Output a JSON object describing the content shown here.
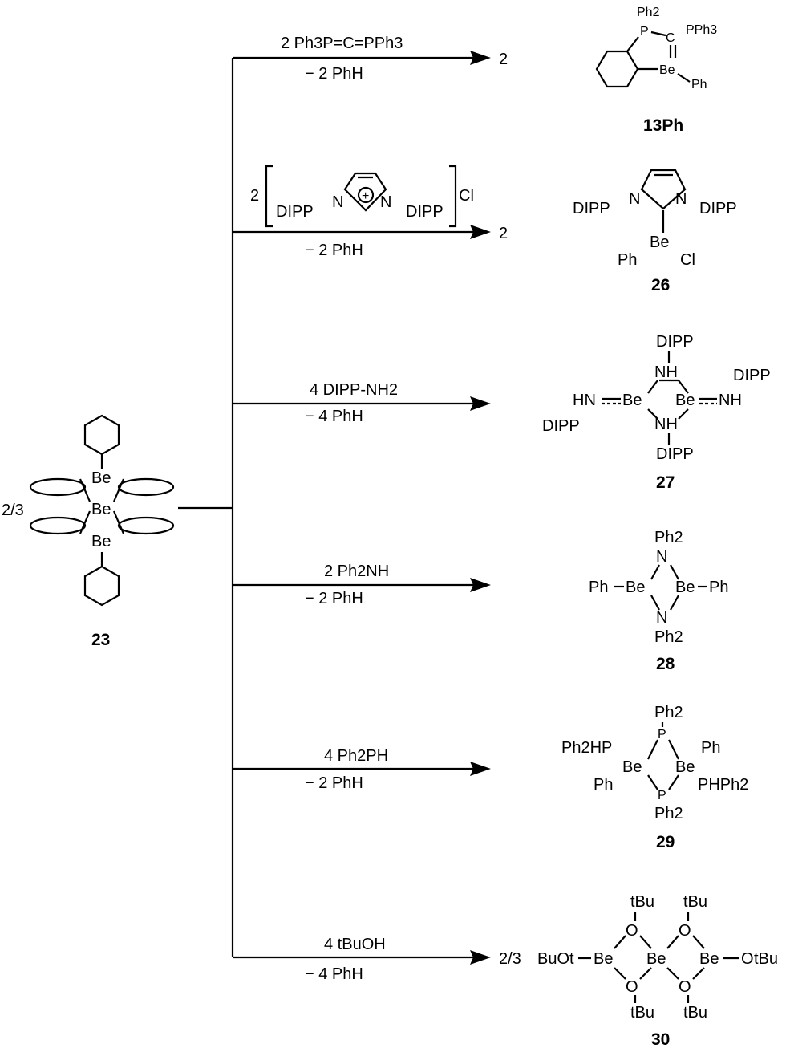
{
  "reactant": {
    "coefficient": "2/3",
    "be_label": "Be",
    "number": "23"
  },
  "reactions": [
    {
      "reagent": "2 Ph3P=C=PPh3",
      "byproduct": "− 2 PhH",
      "product_coefficient": "2",
      "product_number": "13Ph",
      "product_atoms": {
        "ph2": "Ph2",
        "p": "P",
        "c": "C",
        "pph3": "PPh3",
        "be": "Be",
        "ph": "Ph"
      }
    },
    {
      "reagent_coefficient": "2",
      "reagent_substituents": [
        "DIPP",
        "N",
        "+",
        "N",
        "DIPP"
      ],
      "reagent_counterion": "Cl",
      "byproduct": "− 2 PhH",
      "product_coefficient": "2",
      "product_number": "26",
      "product_atoms": {
        "dipp_left": "DIPP",
        "n_left": "N",
        "n_right": "N",
        "dipp_right": "DIPP",
        "be": "Be",
        "ph": "Ph",
        "cl": "Cl"
      }
    },
    {
      "reagent": "4 DIPP-NH2",
      "byproduct": "− 4 PhH",
      "product_number": "27",
      "product_atoms": {
        "dipp": "DIPP",
        "nh": "NH",
        "hn": "HN",
        "be": "Be"
      }
    },
    {
      "reagent": "2 Ph2NH",
      "byproduct": "− 2 PhH",
      "product_number": "28",
      "product_atoms": {
        "ph2": "Ph2",
        "n": "N",
        "ph": "Ph",
        "be": "Be"
      }
    },
    {
      "reagent": "4 Ph2PH",
      "byproduct": "− 2 PhH",
      "product_number": "29",
      "product_atoms": {
        "ph2": "Ph2",
        "p": "P",
        "ph2hp": "Ph2HP",
        "phph2": "PHPh2",
        "ph": "Ph",
        "be": "Be"
      }
    },
    {
      "reagent": "4 tBuOH",
      "byproduct": "− 4 PhH",
      "product_coefficient": "2/3",
      "product_number": "30",
      "product_atoms": {
        "tbu": "tBu",
        "o": "O",
        "be": "Be",
        "buot": "BuOt"
      }
    }
  ],
  "colors": {
    "ink": "#000000",
    "background": "#ffffff"
  }
}
